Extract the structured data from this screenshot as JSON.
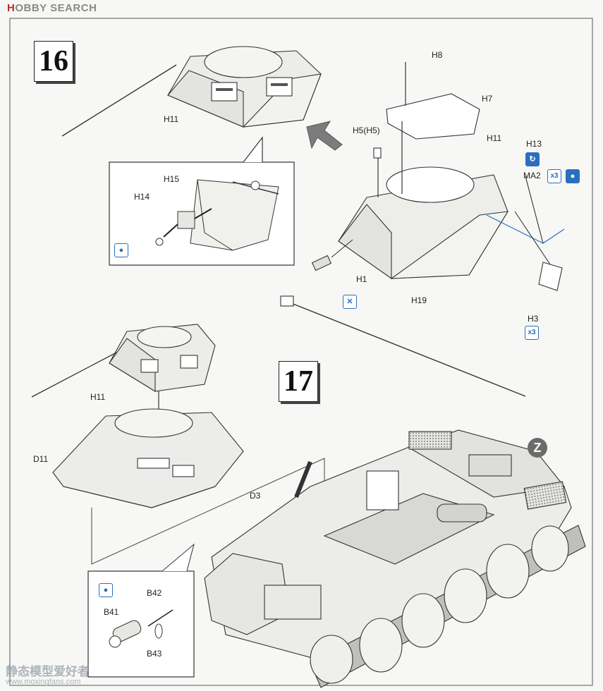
{
  "watermark_top": {
    "brand_mark": "H",
    "brand": "OBBY",
    "suffix": "SEARCH"
  },
  "watermark_bottom": {
    "line1": "静态模型爱好者",
    "line2": "www.moxingfans.com"
  },
  "steps": {
    "step16": "16",
    "step17": "17"
  },
  "labels": {
    "h11_top": "H11",
    "h15": "H15",
    "h14": "H14",
    "h8": "H8",
    "h7": "H7",
    "h5": "H5(H5)",
    "h11_right": "H11",
    "h13": "H13",
    "ma2": "MA2",
    "h1": "H1",
    "h19": "H19",
    "h3": "H3",
    "h11_lower": "H11",
    "d11": "D11",
    "d3": "D3",
    "b42": "B42",
    "b41": "B41",
    "b43": "B43",
    "z": "Z"
  },
  "icons": {
    "flip": "↻",
    "times3": "x3",
    "paint_drop": "●",
    "glue": "●",
    "cement": "✕"
  },
  "colors": {
    "accent": "#2a6fbf",
    "line": "#333333",
    "fill": "#e9e9e6"
  }
}
